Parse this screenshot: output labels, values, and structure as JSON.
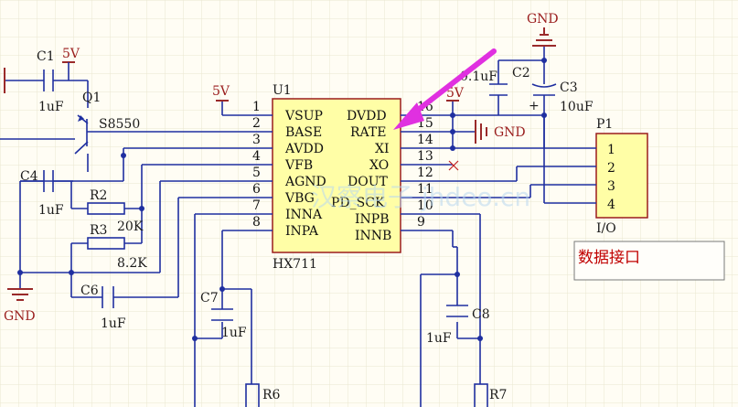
{
  "chip": {
    "ref": "U1",
    "name": "HX711",
    "left_pins": [
      {
        "num": "1",
        "name": "VSUP"
      },
      {
        "num": "2",
        "name": "BASE"
      },
      {
        "num": "3",
        "name": "AVDD"
      },
      {
        "num": "4",
        "name": "VFB"
      },
      {
        "num": "5",
        "name": "AGND"
      },
      {
        "num": "6",
        "name": "VBG"
      },
      {
        "num": "7",
        "name": "INNA"
      },
      {
        "num": "8",
        "name": "INPA"
      }
    ],
    "right_pins": [
      {
        "num": "16",
        "name": "DVDD"
      },
      {
        "num": "15",
        "name": "RATE"
      },
      {
        "num": "14",
        "name": "XI"
      },
      {
        "num": "13",
        "name": "XO"
      },
      {
        "num": "12",
        "name": "DOUT"
      },
      {
        "num": "11",
        "name": "PD_SCK"
      },
      {
        "num": "10",
        "name": "INPB"
      },
      {
        "num": "9",
        "name": "INNB"
      }
    ]
  },
  "connector": {
    "ref": "P1",
    "pins": [
      "1",
      "2",
      "3",
      "4"
    ],
    "label": "I/O"
  },
  "components": {
    "c1": {
      "ref": "C1",
      "value": "1uF"
    },
    "c2": {
      "ref": "C2",
      "value": "0.1uF"
    },
    "c3": {
      "ref": "C3",
      "value": "10uF"
    },
    "c4": {
      "ref": "C4",
      "value": "1uF"
    },
    "c6": {
      "ref": "C6",
      "value": "1uF"
    },
    "c7": {
      "ref": "C7",
      "value": "1uF"
    },
    "c8": {
      "ref": "C8",
      "value": "1uF"
    },
    "r2": {
      "ref": "R2",
      "value": "20K"
    },
    "r3": {
      "ref": "R3",
      "value": "8.2K"
    },
    "r6": {
      "ref": "R6"
    },
    "r7": {
      "ref": "R7"
    },
    "q1": {
      "ref": "Q1",
      "value": "S8550"
    }
  },
  "power": {
    "v5_left": "5V",
    "v5_chip": "5V",
    "v5_right": "5V",
    "gnd_top": "GND",
    "gnd_right": "GND",
    "gnd_left": "GND",
    "plus": "+"
  },
  "note": "数据接口",
  "watermark": "汉察电子 jhdeo.cn"
}
